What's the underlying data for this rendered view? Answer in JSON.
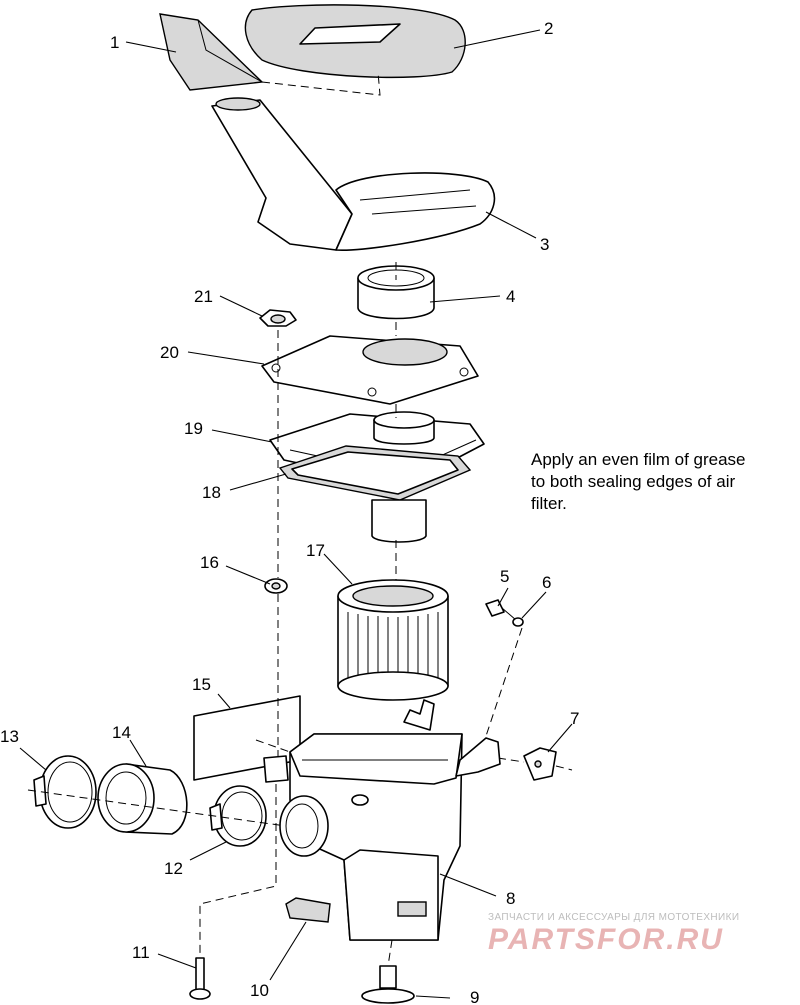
{
  "callouts": [
    {
      "n": "1"
    },
    {
      "n": "2"
    },
    {
      "n": "3"
    },
    {
      "n": "4"
    },
    {
      "n": "5"
    },
    {
      "n": "6"
    },
    {
      "n": "7"
    },
    {
      "n": "8"
    },
    {
      "n": "9"
    },
    {
      "n": "10"
    },
    {
      "n": "11"
    },
    {
      "n": "12"
    },
    {
      "n": "13"
    },
    {
      "n": "14"
    },
    {
      "n": "15"
    },
    {
      "n": "16"
    },
    {
      "n": "17"
    },
    {
      "n": "18"
    },
    {
      "n": "19"
    },
    {
      "n": "20"
    },
    {
      "n": "21"
    }
  ],
  "note": {
    "line1": "Apply an even film of grease",
    "line2": "to both sealing edges of air",
    "line3": "filter."
  },
  "watermark": {
    "top": "ЗАПЧАСТИ И АКСЕССУАРЫ ДЛЯ МОТОТЕХНИКИ",
    "logo": "PARTSFOR.RU",
    "color": "#e8b4b4"
  }
}
